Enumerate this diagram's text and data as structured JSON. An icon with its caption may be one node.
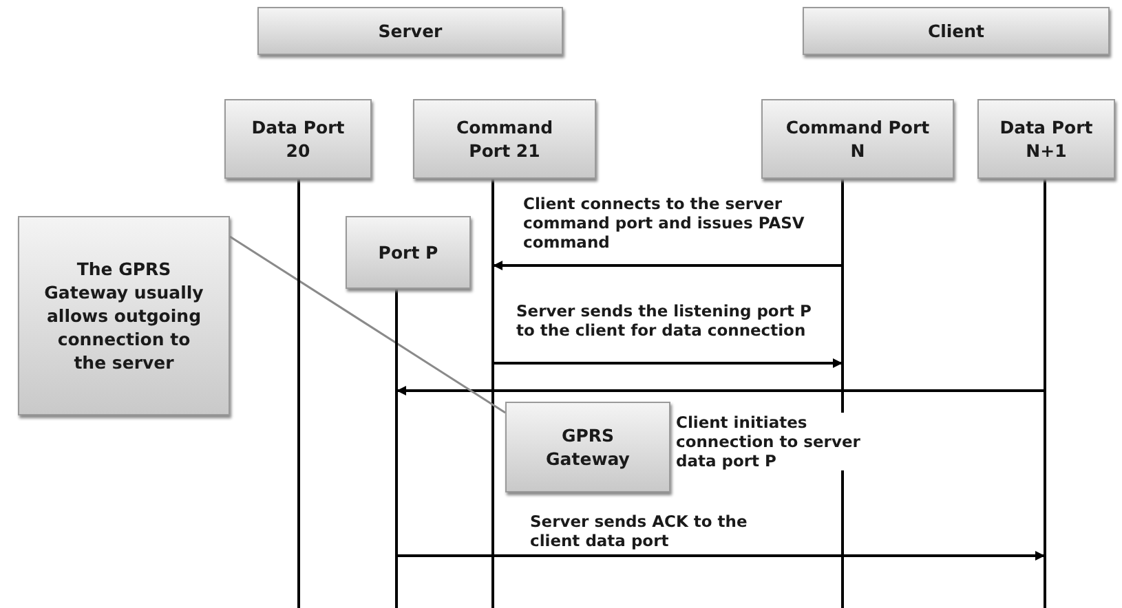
{
  "diagram": {
    "nodes": [
      {
        "text": [
          "Server"
        ]
      },
      {
        "text": [
          "Client"
        ]
      },
      {
        "text": [
          "Data Port 20"
        ]
      },
      {
        "text": [
          "Command Port 21"
        ]
      },
      {
        "text": [
          "Command Port N"
        ]
      },
      {
        "text": [
          "Data Port N+1"
        ]
      },
      {
        "text": [
          "The GPRS Gateway usually allows outgoing connection to the server"
        ]
      },
      {
        "text": [
          "Port P"
        ]
      },
      {
        "text": [
          "GPRS Gateway"
        ]
      }
    ],
    "edges": [
      {
        "from": 4,
        "to": 3,
        "arrow": "to",
        "label": "Client connects to the server command port and issues PASV command"
      },
      {
        "from": 3,
        "to": 4,
        "arrow": "to",
        "label": "Server sends the listening port P to the client for data connection"
      },
      {
        "from": 5,
        "to": 7,
        "arrow": "to",
        "label": "Client initiates connection to server data port P"
      },
      {
        "from": 7,
        "to": 5,
        "arrow": "to",
        "label": "Server sends ACK to the client data port"
      },
      {
        "from": 6,
        "to": 8,
        "arrow": "none",
        "color": "#8a8a8a"
      }
    ]
  }
}
